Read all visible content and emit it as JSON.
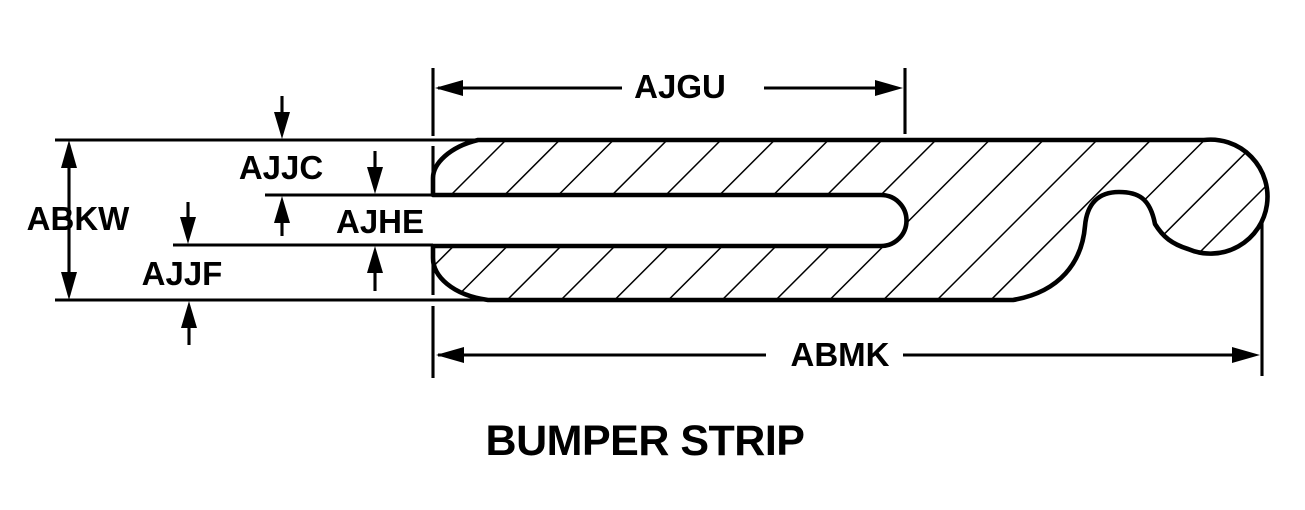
{
  "drawing": {
    "title": "BUMPER STRIP",
    "ink_color": "#000000",
    "paper_color": "#ffffff",
    "dimensions": {
      "overall_height_label": "ABKW",
      "upper_wall_label": "AJJC",
      "slot_height_label": "AJHE",
      "lower_wall_label": "AJJF",
      "slot_length_label": "AJGU",
      "overall_length_label": "ABMK"
    }
  }
}
